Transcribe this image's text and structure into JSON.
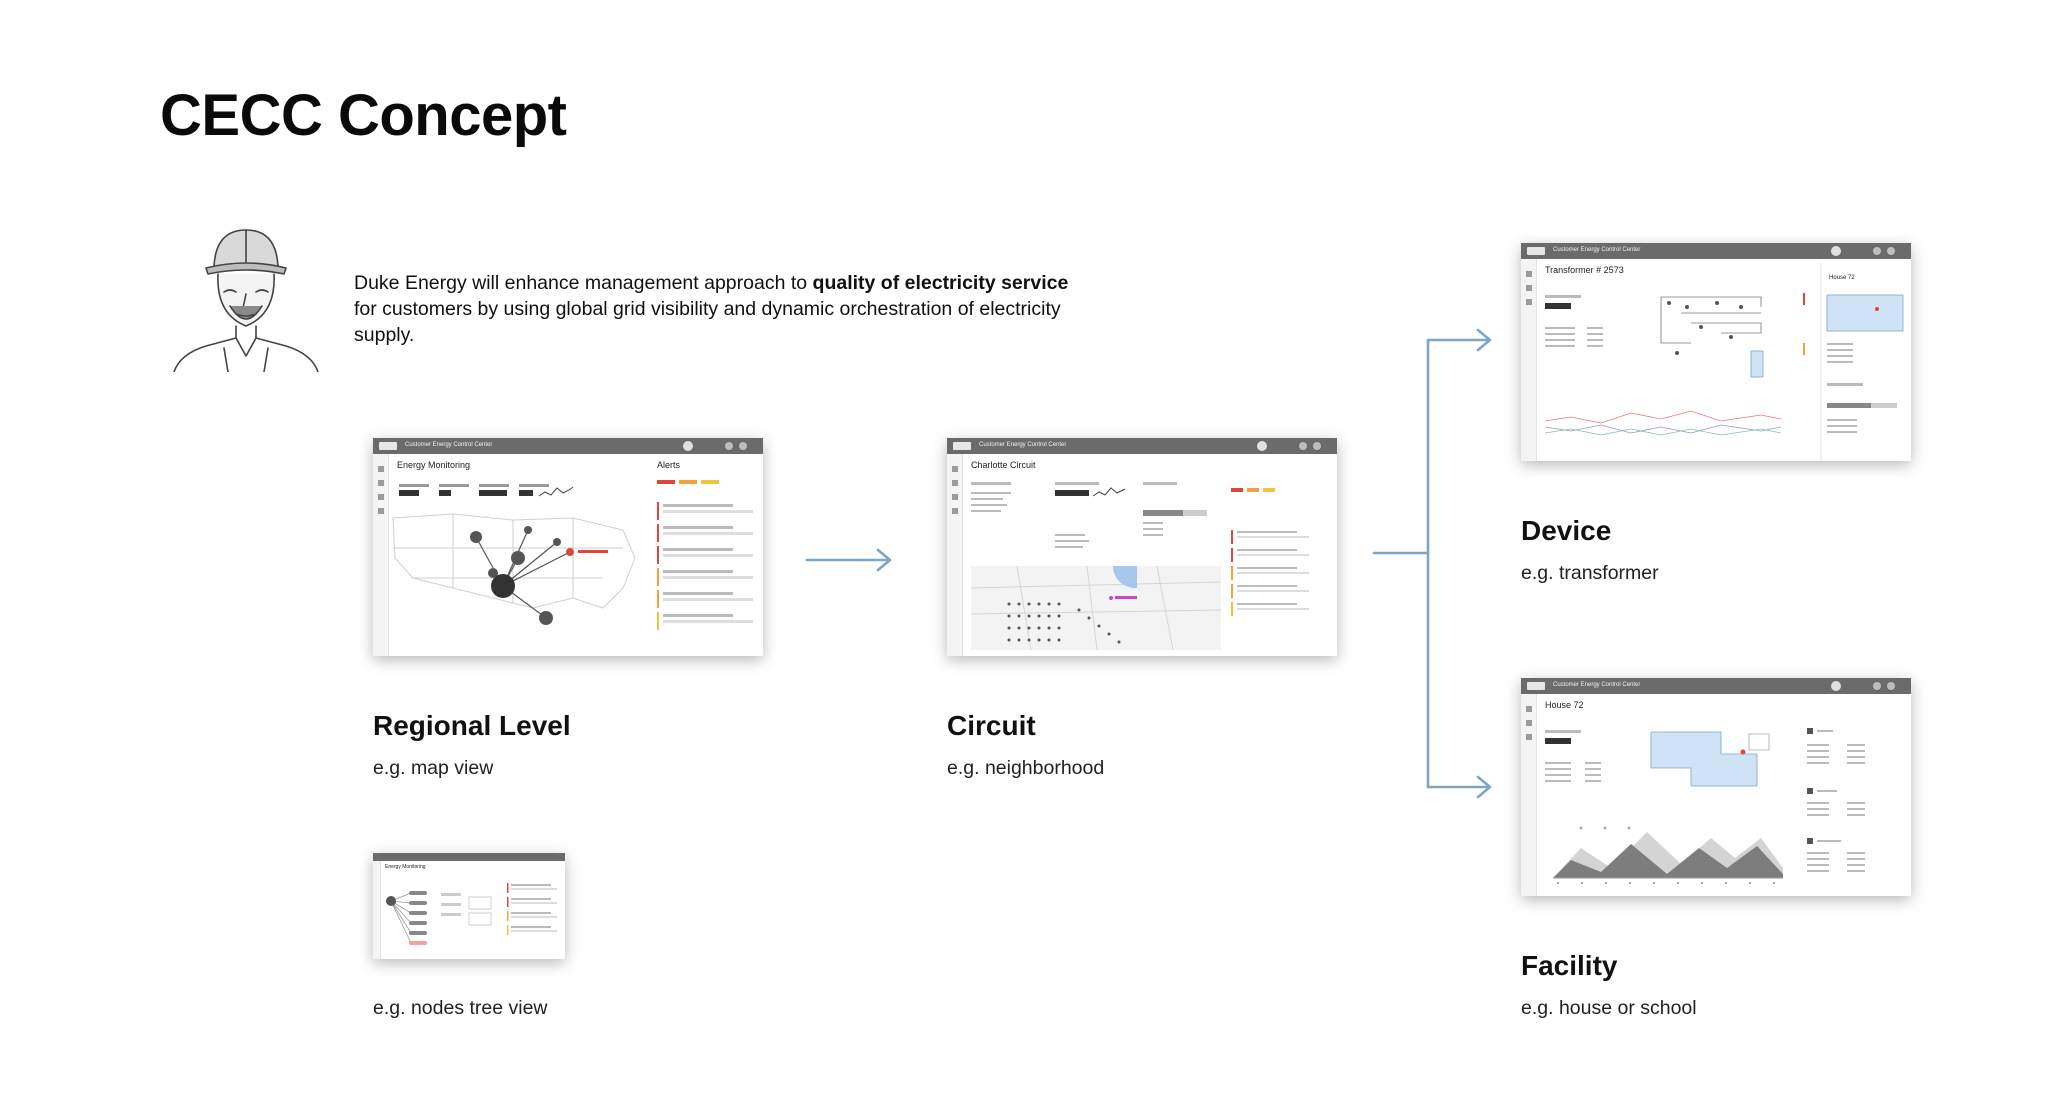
{
  "page": {
    "title": "CECC Concept",
    "intro": {
      "part1": "Duke Energy will enhance management approach to ",
      "bold1": "quality of electricity service",
      "part2": " for customers by using global grid visibility and dynamic orchestration of electricity supply."
    }
  },
  "screens": {
    "app_title": "Customer Energy Control Center",
    "regional": {
      "page_title": "Energy Monitoring",
      "alerts_label": "Alerts",
      "heading": "Regional Level",
      "caption": "e.g. map view"
    },
    "circuit": {
      "page_title": "Charlotte Circuit",
      "heading": "Circuit",
      "caption": "e.g. neighborhood"
    },
    "tree": {
      "page_title": "Energy Monitoring",
      "caption": "e.g. nodes tree view"
    },
    "device": {
      "page_title": "Transformer # 2573",
      "side_title": "House 72",
      "heading": "Device",
      "caption": "e.g. transformer"
    },
    "facility": {
      "page_title": "House 72",
      "heading": "Facility",
      "caption": "e.g. house or school"
    }
  },
  "colors": {
    "arrow": "#7fa6c4",
    "topbar": "#6b6b6b",
    "alert_red": "#e0453a",
    "highlight_blue": "#cfe3f7"
  }
}
